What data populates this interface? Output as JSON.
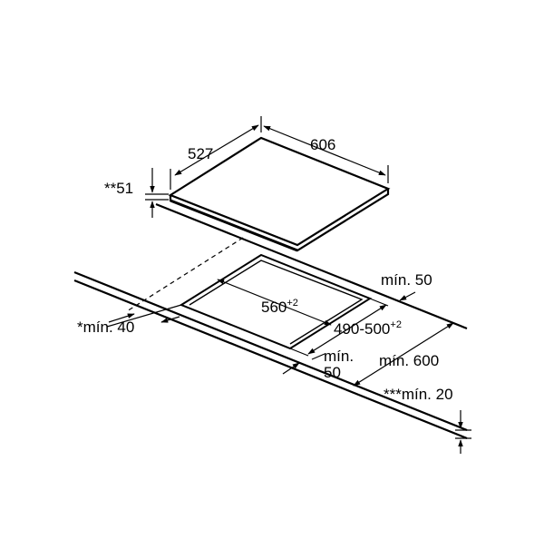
{
  "colors": {
    "line": "#000000",
    "background": "#ffffff"
  },
  "labels": {
    "hob_depth": "527",
    "hob_width": "606",
    "hob_thickness": "**51",
    "cutout_width": "560",
    "cutout_width_tol": "+2",
    "cutout_depth": "490-500",
    "cutout_depth_tol": "+2",
    "min_rear": "mín. 50",
    "min_side": "*mín. 40",
    "min_front_1": "mín.",
    "min_front_2": "50",
    "min_wall": "mín. 600",
    "min_thickness": "***mín. 20"
  }
}
